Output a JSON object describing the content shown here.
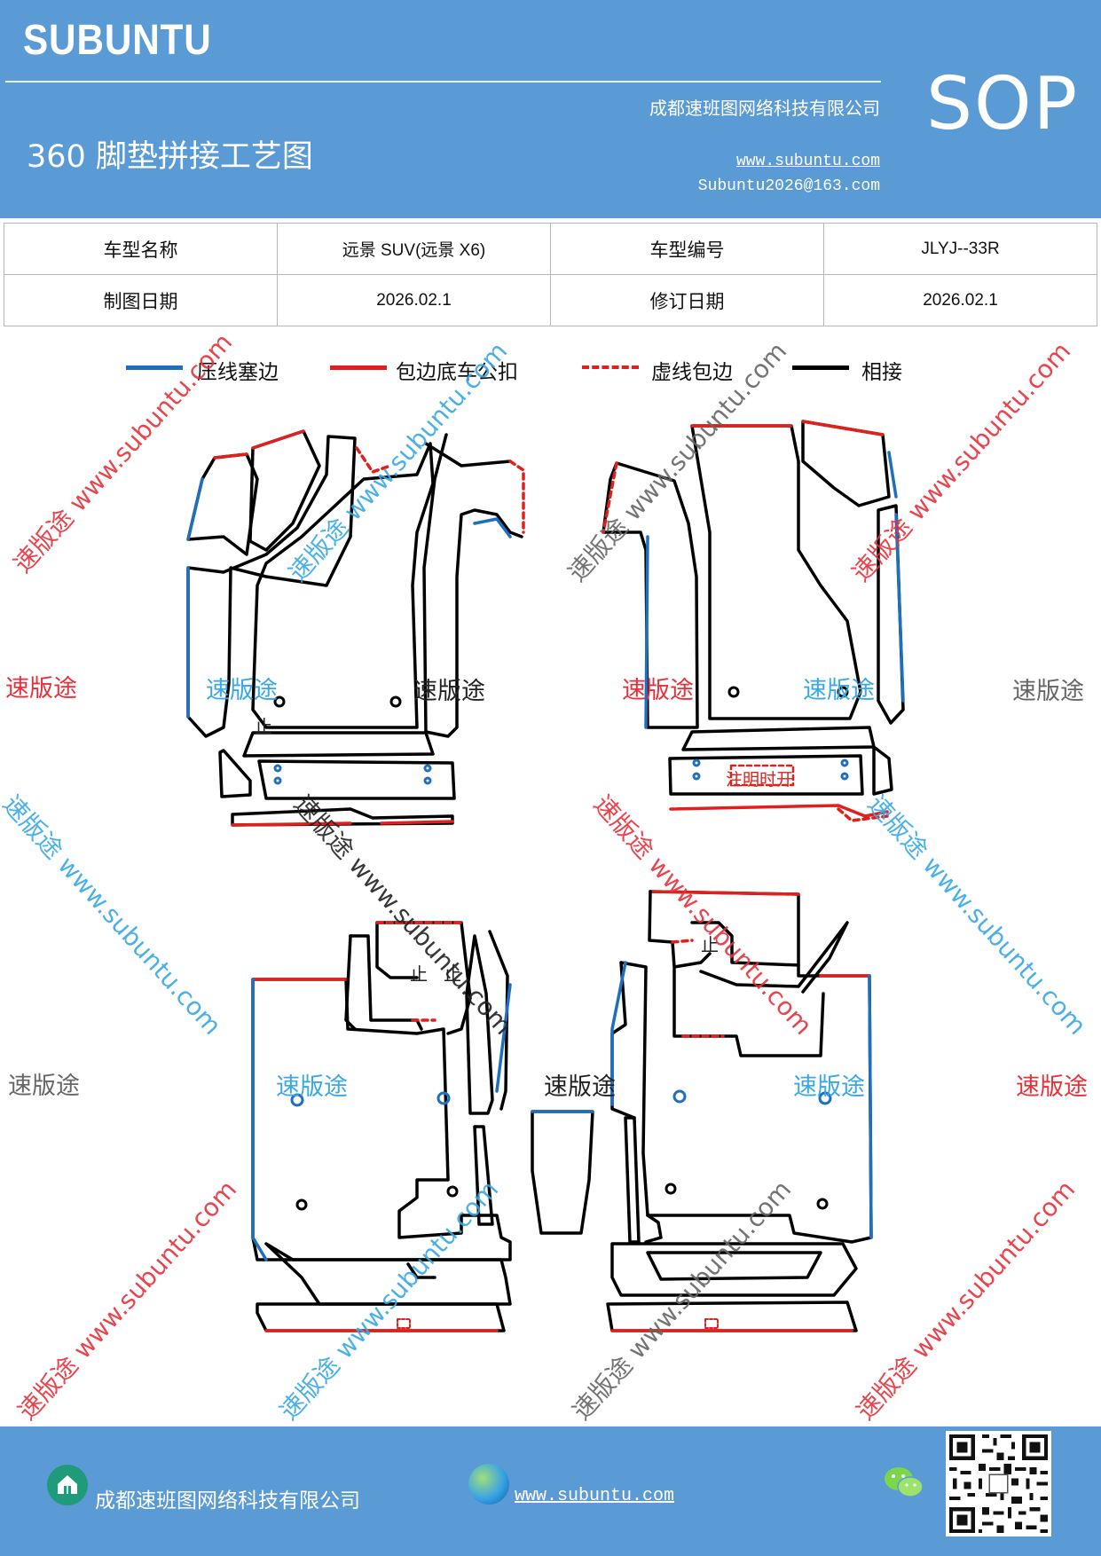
{
  "header": {
    "brand": "SUBUNTU",
    "title": "360 脚垫拼接工艺图",
    "company": "成都速班图网络科技有限公司",
    "website": "www.subuntu.com",
    "email": "Subuntu2026@163.com",
    "badge": "SOP"
  },
  "info_table": {
    "rows": [
      [
        "车型名称",
        "远景 SUV(远景 X6)",
        "车型编号",
        "JLYJ--33R"
      ],
      [
        "制图日期",
        "2026.02.1",
        "修订日期",
        "2026.02.1"
      ]
    ]
  },
  "legend": [
    {
      "label": "压线塞边",
      "color": "#1f6fbf",
      "style": "solid"
    },
    {
      "label": "包边底车公扣",
      "color": "#e0201c",
      "style": "solid"
    },
    {
      "label": "虚线包边",
      "color": "#e0201c",
      "style": "dashed"
    },
    {
      "label": "相接",
      "color": "#000000",
      "style": "solid"
    }
  ],
  "drawing": {
    "note": "注明时开",
    "marks": [
      "止",
      "止",
      "止",
      "止"
    ]
  },
  "watermarks": {
    "brand_cn": "速版途",
    "url": "速版途 www.subuntu.com",
    "colors": {
      "red": "#e8303a",
      "blue": "#38a8e6",
      "gray": "#666666",
      "black": "#222222"
    }
  },
  "footer": {
    "company": "成都速班图网络科技有限公司",
    "website": "www.subuntu.com "
  },
  "icons": {
    "home": "home-icon",
    "globe": "globe-icon",
    "wechat": "wechat-icon",
    "qr": "qr-code"
  }
}
